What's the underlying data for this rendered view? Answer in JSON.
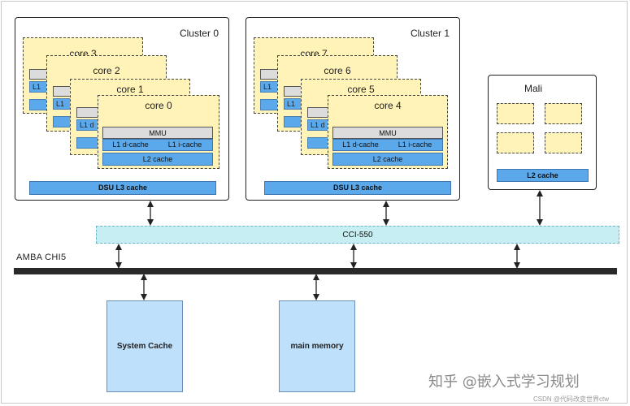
{
  "clusters": [
    {
      "title": "Cluster 0",
      "cores": [
        "core 3",
        "core 2",
        "core 1",
        "core 0"
      ],
      "l3": "DSU  L3 cache"
    },
    {
      "title": "Cluster 1",
      "cores": [
        "core 7",
        "core 6",
        "core 5",
        "core 4"
      ],
      "l3": "DSU  L3 cache"
    }
  ],
  "core_parts": {
    "mmu": "MMU",
    "l1d": "L1 d-cache",
    "l1i": "L1 i-cache",
    "l2": "L2 cache",
    "stub_l1": "L1",
    "stub_l1_cut": "L1 d"
  },
  "gpu": {
    "title": "Mali",
    "l2": "L2 cache"
  },
  "interconnect": {
    "label": "CCI-550"
  },
  "bus": {
    "label": "AMBA  CHI5"
  },
  "memories": {
    "system_cache": "System Cache",
    "main_memory": "main memory"
  },
  "watermark": {
    "text": "知乎 @嵌入式学习规划",
    "csdn": "CSDN @代码改变世界ctw"
  },
  "colors": {
    "core_fill": "#fff3b8",
    "cache_blue": "#5ba8ea",
    "mmu_grey": "#dcdcdc",
    "interconnect": "#c6eef3",
    "memory_fill": "#bfe0fb",
    "bus": "#2a2a2a"
  }
}
